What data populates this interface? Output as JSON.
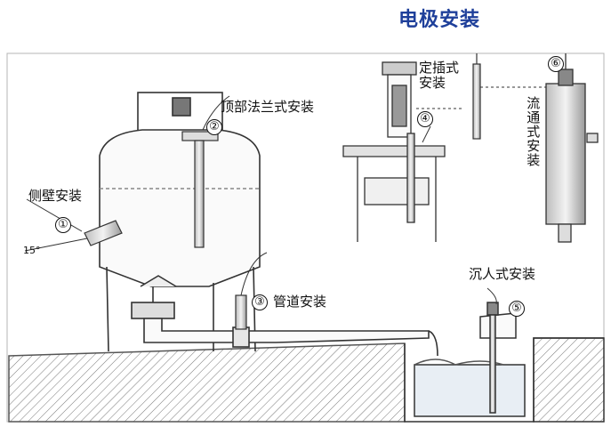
{
  "title": "电极安装",
  "labels": {
    "side_wall": "侧壁安装",
    "top_flange": "顶部法兰式安装",
    "pipeline": "管道安装",
    "plug_in": "定插式安装",
    "flow_through": "流通式安装",
    "immersion": "沉人式安装",
    "angle": "15°"
  },
  "markers": [
    "①",
    "②",
    "③",
    "④",
    "⑤",
    "⑥"
  ]
}
